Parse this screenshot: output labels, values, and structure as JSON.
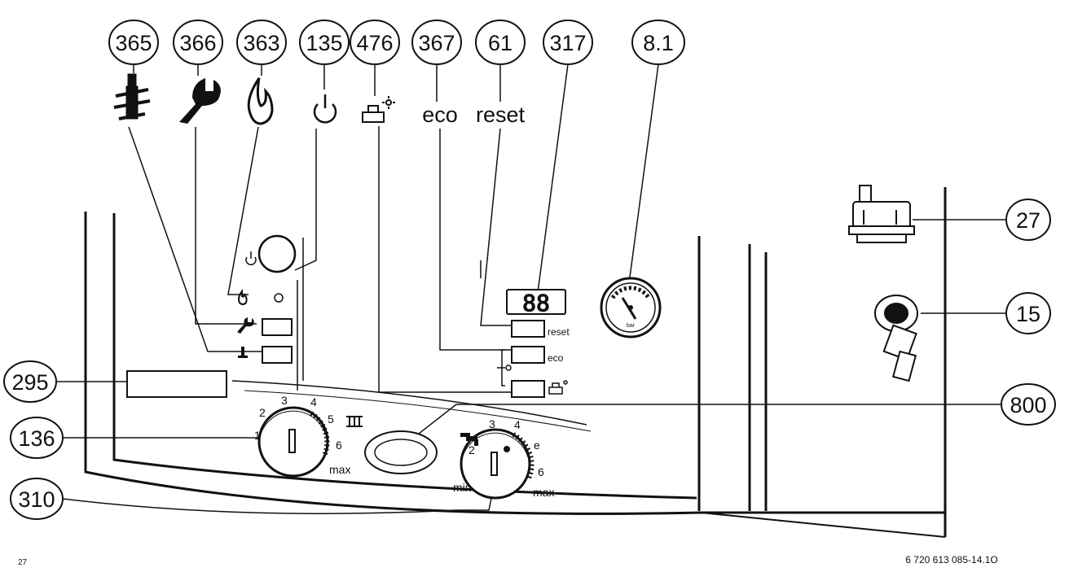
{
  "callouts_top": [
    {
      "id": "365",
      "label": "365"
    },
    {
      "id": "366",
      "label": "366"
    },
    {
      "id": "363",
      "label": "363"
    },
    {
      "id": "135",
      "label": "135"
    },
    {
      "id": "476",
      "label": "476"
    },
    {
      "id": "367",
      "label": "367"
    },
    {
      "id": "61",
      "label": "61"
    },
    {
      "id": "317",
      "label": "317"
    },
    {
      "id": "8_1",
      "label": "8.1"
    }
  ],
  "callouts_right": [
    {
      "id": "27",
      "label": "27"
    },
    {
      "id": "15",
      "label": "15"
    },
    {
      "id": "800",
      "label": "800"
    }
  ],
  "callouts_left": [
    {
      "id": "295",
      "label": "295"
    },
    {
      "id": "136",
      "label": "136"
    },
    {
      "id": "310",
      "label": "310"
    }
  ],
  "symbols": {
    "eco": "eco",
    "reset": "reset"
  },
  "panel": {
    "display_digits": "88",
    "button_reset": "reset",
    "button_eco": "eco",
    "gauge_unit": "bar"
  },
  "dial_heating": {
    "scale": [
      "1",
      "2",
      "3",
      "4",
      "5",
      "6",
      "max"
    ]
  },
  "dial_water": {
    "scale": [
      "min",
      "2",
      "3",
      "4",
      "e",
      "6",
      "max"
    ]
  },
  "figure_code": "6 720 613 085-14.1O",
  "corner_mark": "27"
}
